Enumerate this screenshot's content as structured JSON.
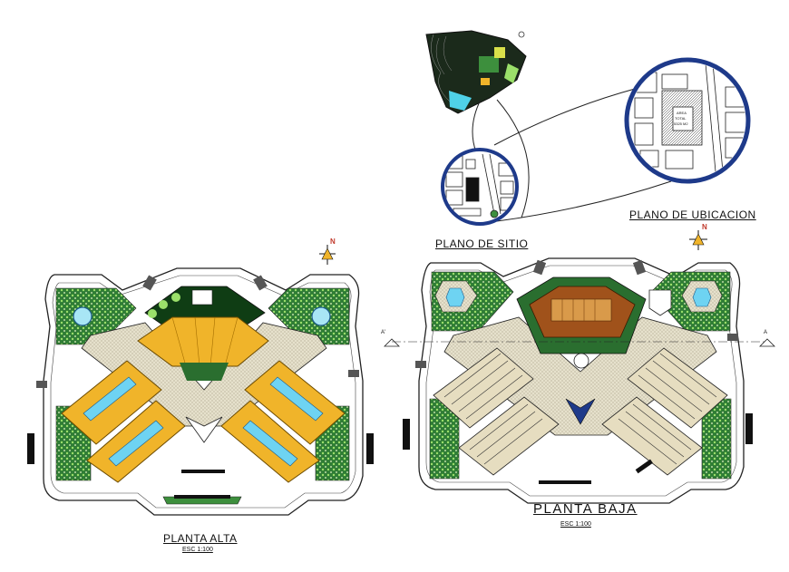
{
  "labels": {
    "site_plan": "PLANO DE SITIO",
    "location_plan": "PLANO DE UBICACION",
    "upper_floor": "PLANTA ALTA",
    "upper_scale": "ESC 1:100",
    "ground_floor": "PLANTA  BAJA",
    "ground_scale": "ESC 1:100",
    "north_left": "N",
    "north_right": "N",
    "section_a_left": "A'",
    "section_a_right": "A",
    "area_note_1": "AREA",
    "area_note_2": "TOTAL",
    "area_note_3": "5325 M2"
  },
  "colors": {
    "green_area": "#3d8f3d",
    "tree_green": "#7ccf4a",
    "dark_green": "#0f3d14",
    "gold_roof": "#f0b42a",
    "gold_light": "#ffd24d",
    "pool_blue": "#6ed3f2",
    "paving": "#d8d2bc",
    "circle_blue": "#1e3a8a",
    "wall": "#222222",
    "wood": "#a0521b"
  }
}
